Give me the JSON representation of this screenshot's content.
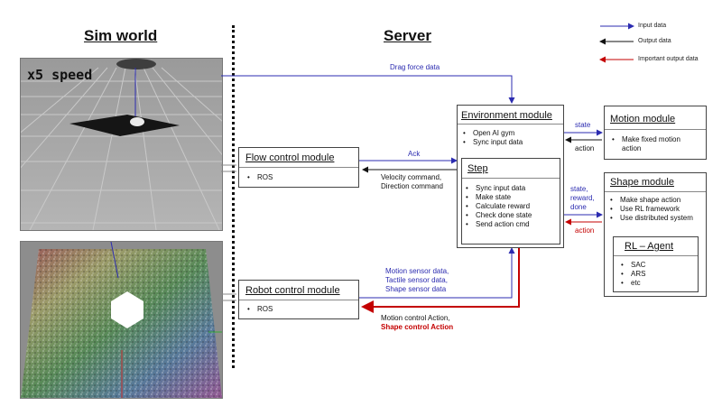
{
  "headings": {
    "sim_world": "Sim world",
    "server": "Server"
  },
  "sim_panel_top": {
    "speed_label": "x5 speed"
  },
  "legend": {
    "input": "Input data",
    "output": "Output data",
    "important_output": "Important output data",
    "colors": {
      "input": "#2b2bb0",
      "output": "#111111",
      "important_output": "#c40000"
    }
  },
  "modules": {
    "environment": {
      "title": "Environment module",
      "items": [
        "Open AI gym",
        "Sync input data"
      ]
    },
    "step": {
      "title": "Step",
      "items": [
        "Sync input data",
        "Make state",
        "Calculate  reward",
        "Check done state",
        "Send action cmd"
      ]
    },
    "motion": {
      "title": "Motion module",
      "items": [
        "Make fixed motion action"
      ]
    },
    "shape": {
      "title": "Shape module",
      "items": [
        "Make shape action",
        "Use RL framework",
        "Use distributed system"
      ]
    },
    "rl_agent": {
      "title": "RL – Agent",
      "items": [
        "SAC",
        "ARS",
        "etc"
      ]
    },
    "flow_control": {
      "title": "Flow control module",
      "items": [
        "ROS"
      ]
    },
    "robot_control": {
      "title": "Robot control module",
      "items": [
        "ROS"
      ]
    }
  },
  "edge_labels": {
    "drag_force": "Drag force data",
    "ack": "Ack",
    "velocity_cmd": "Velocity command,",
    "direction_cmd": "Direction command",
    "motion_state": "state",
    "motion_action": "action",
    "shape_state": "state,",
    "shape_reward": "reward,",
    "shape_done": "done",
    "shape_action": "action",
    "motion_sensor": "Motion sensor data,",
    "tactile_sensor": "Tactile  sensor data,",
    "shape_sensor": "Shape sensor data",
    "motion_control_action": "Motion control Action,",
    "shape_control_action": "Shape control Action"
  }
}
